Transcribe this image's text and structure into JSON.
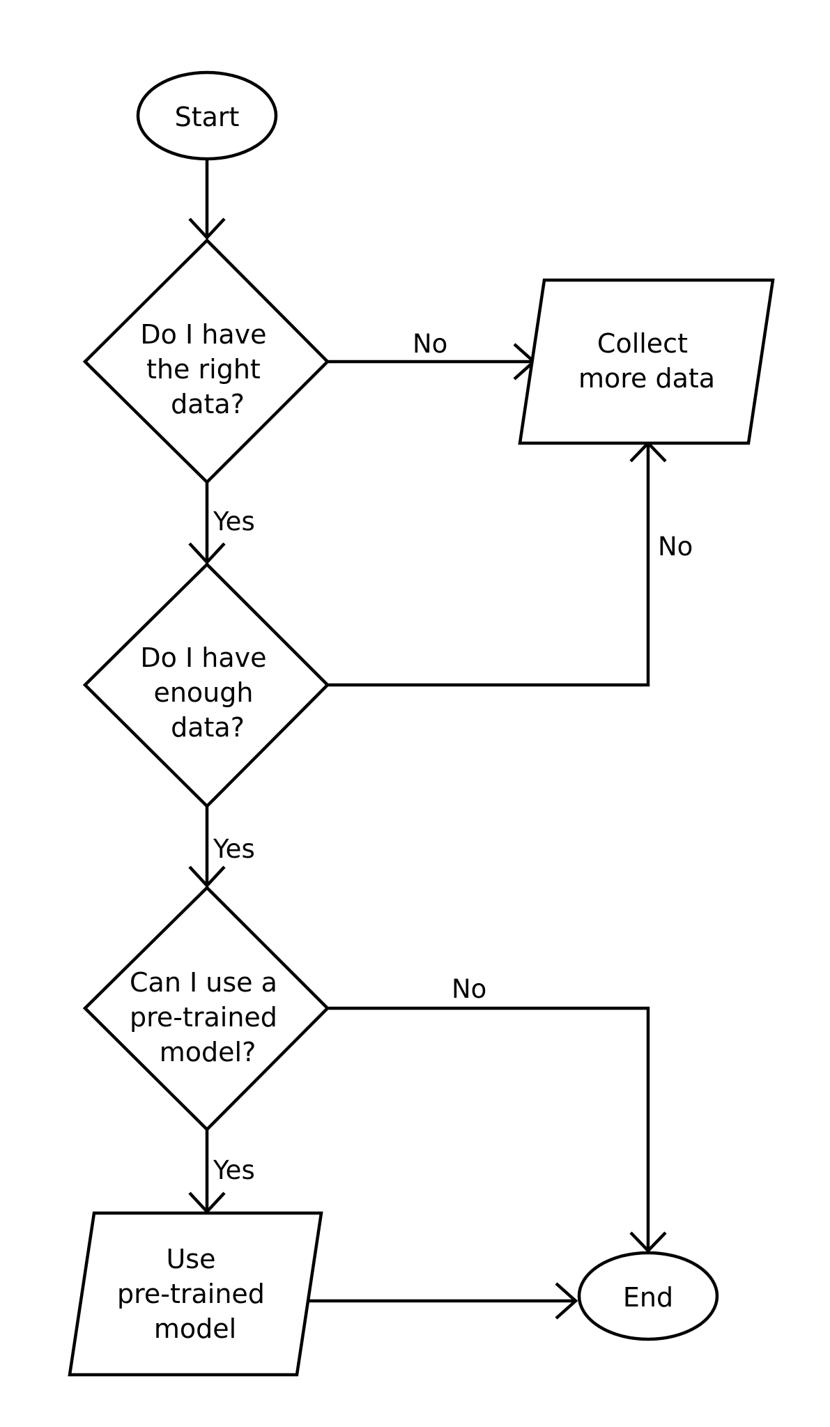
{
  "diagram": {
    "nodes": {
      "start": {
        "shape": "ellipse",
        "lines": [
          "Start"
        ]
      },
      "right_data": {
        "shape": "diamond",
        "lines": [
          "Do I have",
          "the right",
          "data?"
        ]
      },
      "collect": {
        "shape": "parallelogram",
        "lines": [
          "Collect",
          "more data"
        ]
      },
      "enough_data": {
        "shape": "diamond",
        "lines": [
          "Do I have",
          "enough",
          "data?"
        ]
      },
      "pretrained": {
        "shape": "diamond",
        "lines": [
          "Can I use a",
          "pre-trained",
          "model?"
        ]
      },
      "use_pretrained": {
        "shape": "parallelogram",
        "lines": [
          "Use",
          "pre-trained",
          "model"
        ]
      },
      "end": {
        "shape": "ellipse",
        "lines": [
          "End"
        ]
      }
    },
    "edges": {
      "start_to_right_data": {
        "from": "start",
        "to": "right_data",
        "label": ""
      },
      "right_data_no": {
        "from": "right_data",
        "to": "collect",
        "label": "No"
      },
      "right_data_yes": {
        "from": "right_data",
        "to": "enough_data",
        "label": "Yes"
      },
      "enough_data_no": {
        "from": "enough_data",
        "to": "collect",
        "label": "No"
      },
      "enough_data_yes": {
        "from": "enough_data",
        "to": "pretrained",
        "label": "Yes"
      },
      "pretrained_no": {
        "from": "pretrained",
        "to": "end",
        "label": "No"
      },
      "pretrained_yes": {
        "from": "pretrained",
        "to": "use_pretrained",
        "label": "Yes"
      },
      "use_to_end": {
        "from": "use_pretrained",
        "to": "end",
        "label": ""
      }
    }
  },
  "colors": {
    "stroke": "#000000",
    "background": "#ffffff"
  }
}
